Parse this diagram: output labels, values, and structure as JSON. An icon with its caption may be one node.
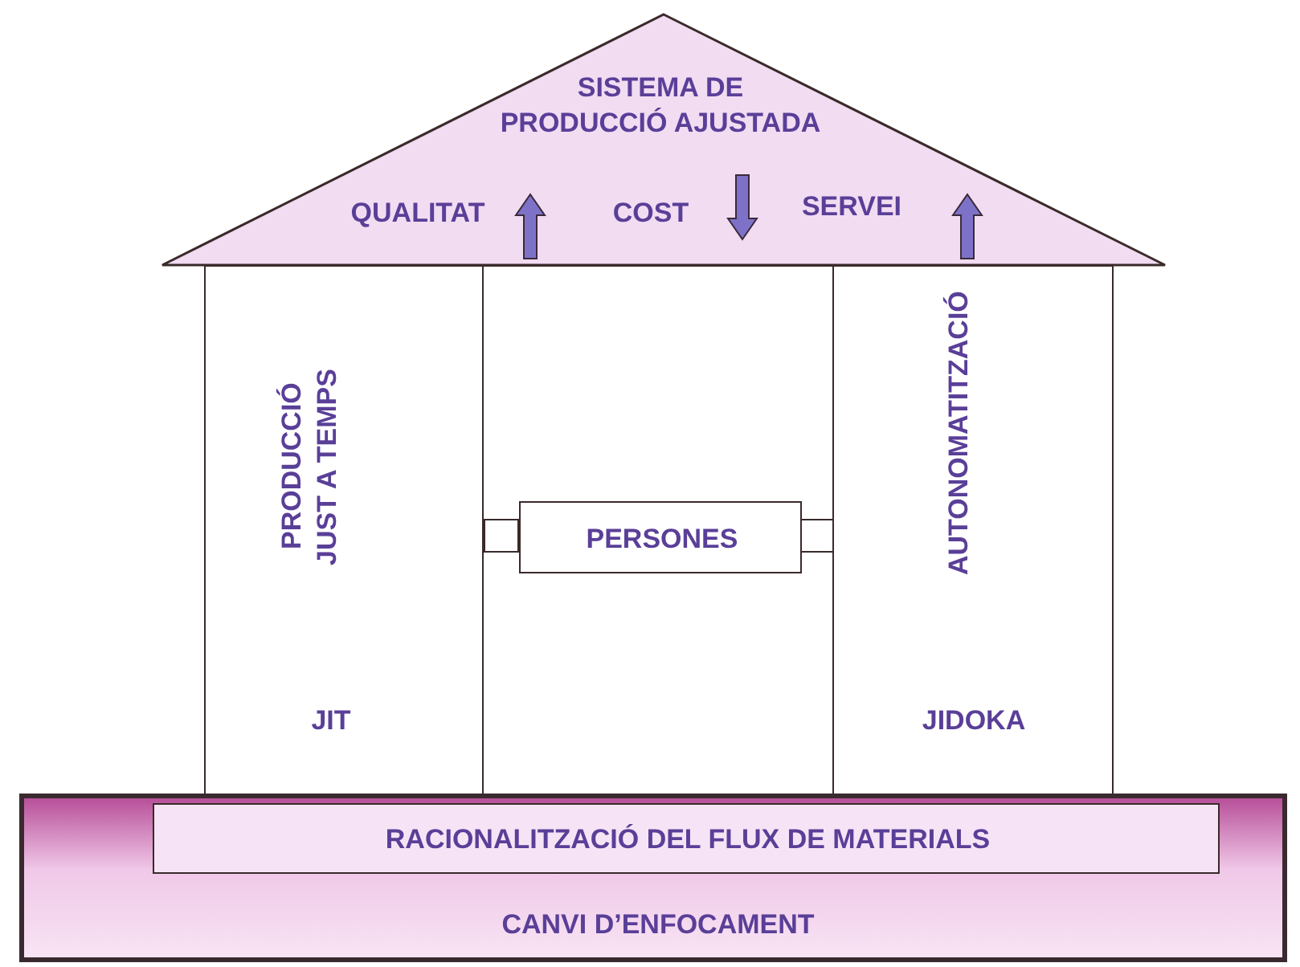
{
  "diagram": {
    "nodes": [
      {
        "text": [
          "SISTEMA DE PRODUCCIÓ AJUSTADA",
          "QUALITAT",
          "COST",
          "SERVEI"
        ]
      },
      {
        "text": [
          "PRODUCCIÓ JUST A TEMPS",
          "JIT"
        ]
      },
      {
        "text": [],
        "shape": "box"
      },
      {
        "text": [
          "PERSONES"
        ],
        "in": 2
      },
      {
        "text": [
          "AUTONOMATITZACIÓ",
          "JIDOKA"
        ]
      },
      {
        "text": [
          "CANVI D’ENFOCAMENT"
        ]
      },
      {
        "text": [
          "RACIONALITZACIÓ DEL FLUX DE MATERIALS"
        ],
        "in": 5
      }
    ]
  }
}
